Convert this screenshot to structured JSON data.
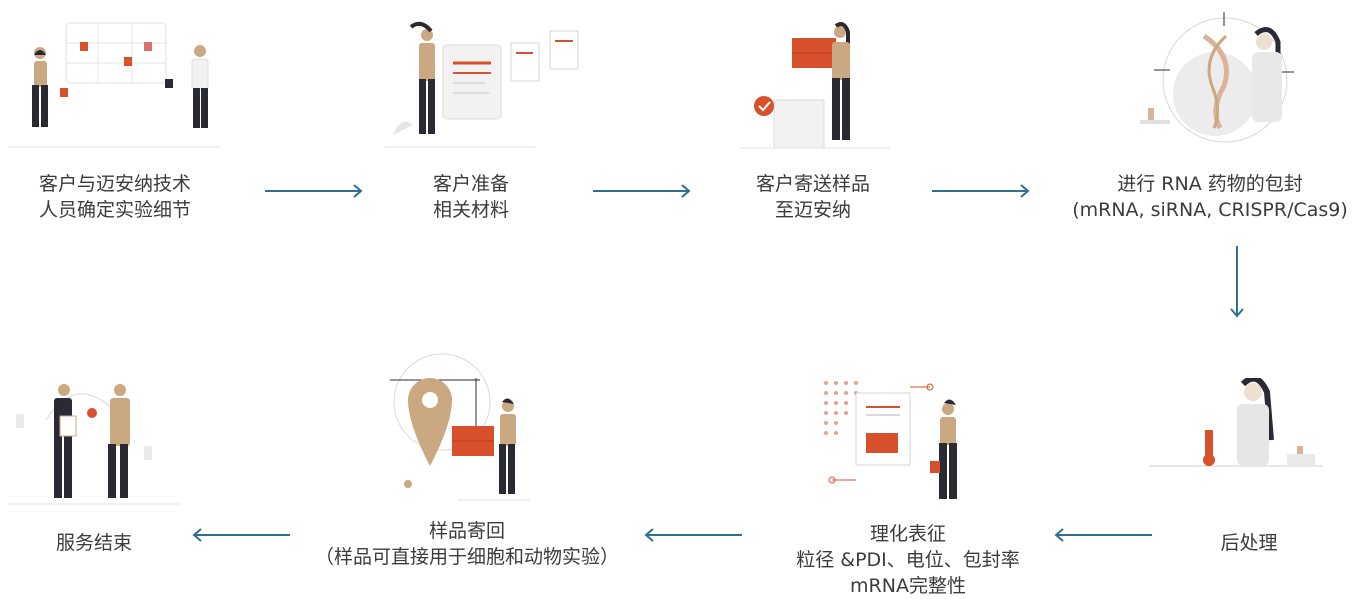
{
  "colors": {
    "accent": "#d9512c",
    "skin": "#c9a882",
    "dark": "#2a2a35",
    "arrow": "#2f6f8f",
    "line": "#cfcfcf"
  },
  "steps": [
    {
      "lines": [
        "客户与迈安纳技术",
        "人员确定实验细节"
      ]
    },
    {
      "lines": [
        "客户准备",
        "相关材料"
      ]
    },
    {
      "lines": [
        "客户寄送样品",
        "至迈安纳"
      ]
    },
    {
      "lines": [
        "进行 RNA 药物的包封",
        "(mRNA, siRNA, CRISPR/Cas9)"
      ]
    },
    {
      "lines": [
        "后处理"
      ]
    },
    {
      "lines": [
        "理化表征",
        "粒径 &PDI、电位、包封率",
        "mRNA完整性"
      ]
    },
    {
      "lines": [
        "样品寄回",
        "（样品可直接用于细胞和动物实验）"
      ]
    },
    {
      "lines": [
        "服务结束"
      ]
    }
  ]
}
